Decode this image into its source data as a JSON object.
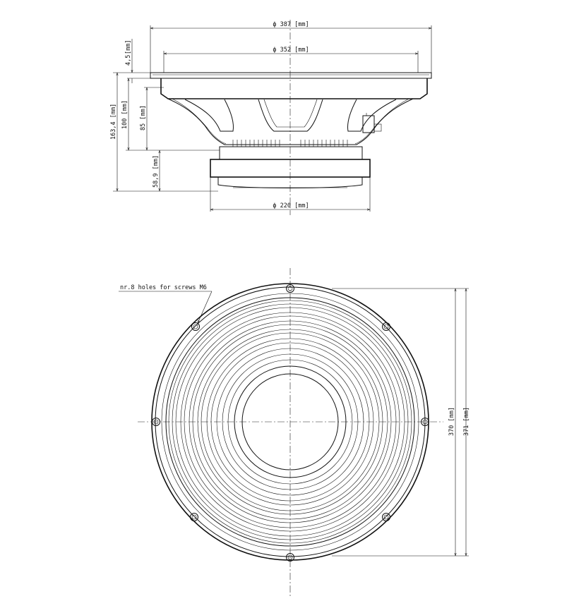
{
  "side_view": {
    "dim_outer_diameter": "ϕ 387 [mm]",
    "dim_basket_diameter": "ϕ 352 [mm]",
    "dim_magnet_diameter": "ϕ 220 [mm]",
    "dim_flange_thickness": "4,5",
    "dim_flange_unit": "[mm]",
    "dim_total_depth": "163,4 [mm]",
    "dim_depth_100": "100 [mm]",
    "dim_depth_85": "85 [mm]",
    "dim_magnet_height": "58,9 [mm]"
  },
  "front_view": {
    "holes_note": "nr.8 holes for screws M6",
    "dim_370": "370 [mm]",
    "dim_371": "371 [mm]"
  }
}
